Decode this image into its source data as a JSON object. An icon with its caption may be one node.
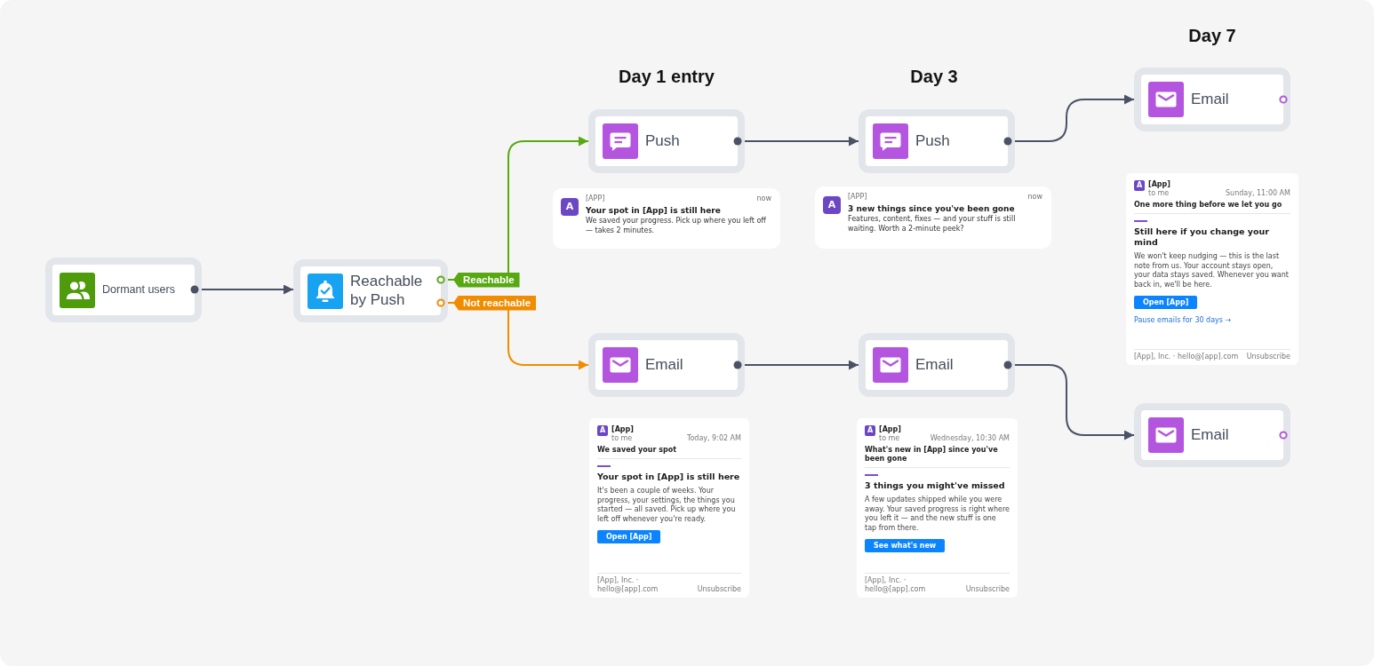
{
  "diagram": {
    "nodes": [
      {
        "text": [
          "Dormant users"
        ]
      },
      {
        "text": [
          "Reachable by Push"
        ]
      },
      {
        "text": [
          "Push"
        ]
      },
      {
        "text": [
          "A",
          "[APP]",
          "now",
          "Your spot in [App] is still here",
          "We saved your progress. Pick up where you left off — takes 2 minutes."
        ]
      },
      {
        "text": [
          "Email"
        ]
      },
      {
        "text": [
          "A",
          "[App]",
          "to me",
          "Today, 9:02 AM",
          "We saved your spot",
          "Your spot in [App] is still here",
          "It's been a couple of weeks. Your progress, your settings, the things you started — all saved. Pick up where you left off whenever you're ready.",
          "Open [App]",
          "[App], Inc. · hello@[app].com",
          "Unsubscribe"
        ]
      },
      {
        "text": [
          "Push"
        ]
      },
      {
        "text": [
          "A",
          "[APP]",
          "now",
          "3 new things since you've been gone",
          "Features, content, fixes — and your stuff is still waiting. Worth a 2-minute peek?"
        ]
      },
      {
        "text": [
          "Email"
        ]
      },
      {
        "text": [
          "A",
          "[App]",
          "to me",
          "Wednesday, 10:30 AM",
          "What's new in [App] since you've been gone",
          "3 things you might've missed",
          "A few updates shipped while you were away. Your saved progress is right where you left it — and the new stuff is one tap from there.",
          "See what's new",
          "[App], Inc. · hello@[app].com",
          "Unsubscribe"
        ]
      },
      {
        "text": [
          "Email"
        ]
      },
      {
        "text": [
          "A",
          "[App]",
          "to me",
          "Sunday, 11:00 AM",
          "One more thing before we let you go",
          "Still here if you change your mind",
          "We won't keep nudging — this is the last note from us. Your account stays open, your data stays saved. Whenever you want back in, we'll be here.",
          "Open [App]",
          "Pause emails for 30 days →",
          "[App], Inc. · hello@[app].com",
          "Unsubscribe"
        ]
      },
      {
        "text": [
          "Email"
        ]
      }
    ],
    "edges": [
      {
        "from": 0,
        "to": 1,
        "arrow": "to"
      },
      {
        "from": 1,
        "to": 2,
        "arrow": "to",
        "label": "Reachable",
        "color": "#58a812"
      },
      {
        "from": 1,
        "to": 4,
        "arrow": "to",
        "label": "Not reachable",
        "color": "#f08c00"
      },
      {
        "from": 2,
        "to": 6,
        "arrow": "to"
      },
      {
        "from": 6,
        "to": 10,
        "arrow": "to"
      },
      {
        "from": 4,
        "to": 8,
        "arrow": "to"
      },
      {
        "from": 8,
        "to": 12,
        "arrow": "to"
      }
    ],
    "labels": [
      "Day 1 entry",
      "Day 3",
      "Day 7"
    ]
  }
}
